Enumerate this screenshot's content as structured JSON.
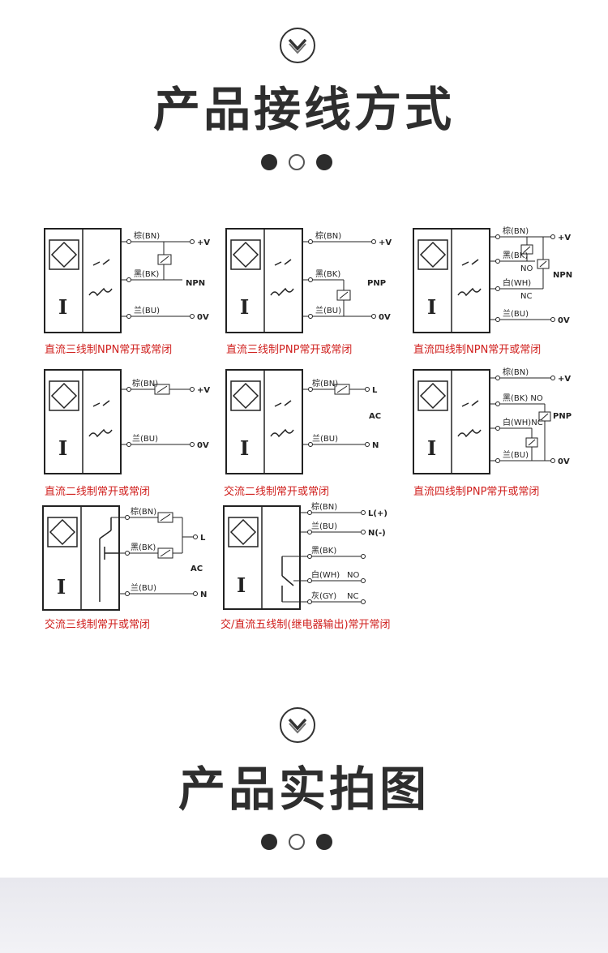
{
  "section1": {
    "title": "产品接线方式"
  },
  "section2": {
    "title": "产品实拍图"
  },
  "wire_labels": {
    "brown": "棕(BN)",
    "black": "黑(BK)",
    "blue": "兰(BU)",
    "white": "白(WH)",
    "gray": "灰(GY)",
    "black_no": "黑(BK) NO",
    "white_nc": "白(WH)NC"
  },
  "terminals": {
    "plus_v": "+V",
    "zero_v": "0V",
    "L": "L",
    "N": "N",
    "L_plus": "L(+)",
    "N_minus": "N(-)",
    "ac": "AC",
    "npn": "NPN",
    "pnp": "PNP",
    "no": "NO",
    "nc": "NC"
  },
  "sensor_symbol": "I",
  "captions": [
    "直流三线制NPN常开或常闭",
    "直流三线制PNP常开或常闭",
    "直流四线制NPN常开或常闭",
    "直流二线制常开或常闭",
    "交流二线制常开或常闭",
    "直流四线制PNP常开或常闭",
    "交流三线制常开或常闭",
    "交/直流五线制(继电器输出)常开常闭"
  ]
}
